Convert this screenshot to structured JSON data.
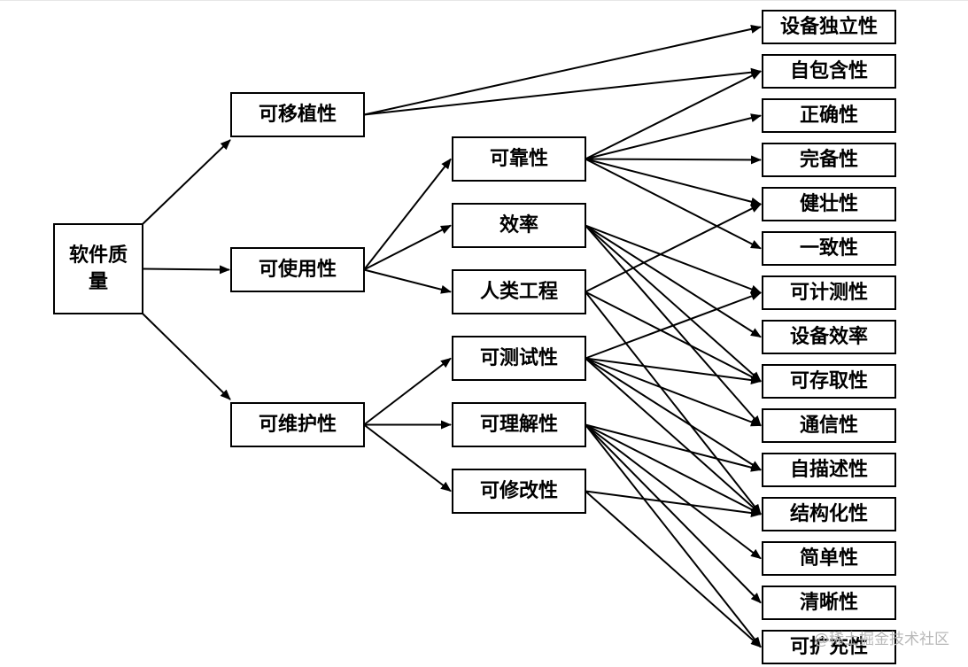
{
  "diagram": {
    "nodes": [
      {
        "id": "root",
        "lines": [
          "软件质",
          "量"
        ]
      },
      {
        "id": "portability",
        "lines": [
          "可移植性"
        ]
      },
      {
        "id": "usability",
        "lines": [
          "可使用性"
        ]
      },
      {
        "id": "maintainability",
        "lines": [
          "可维护性"
        ]
      },
      {
        "id": "reliability",
        "lines": [
          "可靠性"
        ]
      },
      {
        "id": "efficiency",
        "lines": [
          "效率"
        ]
      },
      {
        "id": "human-engineering",
        "lines": [
          "人类工程"
        ]
      },
      {
        "id": "testability",
        "lines": [
          "可测试性"
        ]
      },
      {
        "id": "understandability",
        "lines": [
          "可理解性"
        ]
      },
      {
        "id": "modifiability",
        "lines": [
          "可修改性"
        ]
      },
      {
        "id": "device-independence",
        "lines": [
          "设备独立性"
        ]
      },
      {
        "id": "self-containedness",
        "lines": [
          "自包含性"
        ]
      },
      {
        "id": "accuracy",
        "lines": [
          "正确性"
        ]
      },
      {
        "id": "completeness",
        "lines": [
          "完备性"
        ]
      },
      {
        "id": "robustness",
        "lines": [
          "健壮性"
        ]
      },
      {
        "id": "consistency",
        "lines": [
          "一致性"
        ]
      },
      {
        "id": "accountability",
        "lines": [
          "可计测性"
        ]
      },
      {
        "id": "device-efficiency",
        "lines": [
          "设备效率"
        ]
      },
      {
        "id": "accessibility",
        "lines": [
          "可存取性"
        ]
      },
      {
        "id": "communicativeness",
        "lines": [
          "通信性"
        ]
      },
      {
        "id": "self-descriptiveness",
        "lines": [
          "自描述性"
        ]
      },
      {
        "id": "structuredness",
        "lines": [
          "结构化性"
        ]
      },
      {
        "id": "conciseness",
        "lines": [
          "简单性"
        ]
      },
      {
        "id": "legibility",
        "lines": [
          "清晰性"
        ]
      },
      {
        "id": "augmentability",
        "lines": [
          "可扩充性"
        ]
      }
    ],
    "edges": [
      [
        "root",
        "portability"
      ],
      [
        "root",
        "usability"
      ],
      [
        "root",
        "maintainability"
      ],
      [
        "portability",
        "device-independence"
      ],
      [
        "portability",
        "self-containedness"
      ],
      [
        "usability",
        "reliability"
      ],
      [
        "usability",
        "efficiency"
      ],
      [
        "usability",
        "human-engineering"
      ],
      [
        "maintainability",
        "testability"
      ],
      [
        "maintainability",
        "understandability"
      ],
      [
        "maintainability",
        "modifiability"
      ],
      [
        "reliability",
        "self-containedness"
      ],
      [
        "reliability",
        "accuracy"
      ],
      [
        "reliability",
        "completeness"
      ],
      [
        "reliability",
        "robustness"
      ],
      [
        "reliability",
        "consistency"
      ],
      [
        "efficiency",
        "accountability"
      ],
      [
        "efficiency",
        "device-efficiency"
      ],
      [
        "efficiency",
        "accessibility"
      ],
      [
        "efficiency",
        "communicativeness"
      ],
      [
        "human-engineering",
        "robustness"
      ],
      [
        "human-engineering",
        "accessibility"
      ],
      [
        "human-engineering",
        "structuredness"
      ],
      [
        "testability",
        "accountability"
      ],
      [
        "testability",
        "accessibility"
      ],
      [
        "testability",
        "communicativeness"
      ],
      [
        "testability",
        "self-descriptiveness"
      ],
      [
        "testability",
        "structuredness"
      ],
      [
        "understandability",
        "self-descriptiveness"
      ],
      [
        "understandability",
        "structuredness"
      ],
      [
        "understandability",
        "conciseness"
      ],
      [
        "understandability",
        "legibility"
      ],
      [
        "understandability",
        "augmentability"
      ],
      [
        "modifiability",
        "structuredness"
      ],
      [
        "modifiability",
        "augmentability"
      ]
    ]
  },
  "watermark": "@稀土掘金技术社区"
}
